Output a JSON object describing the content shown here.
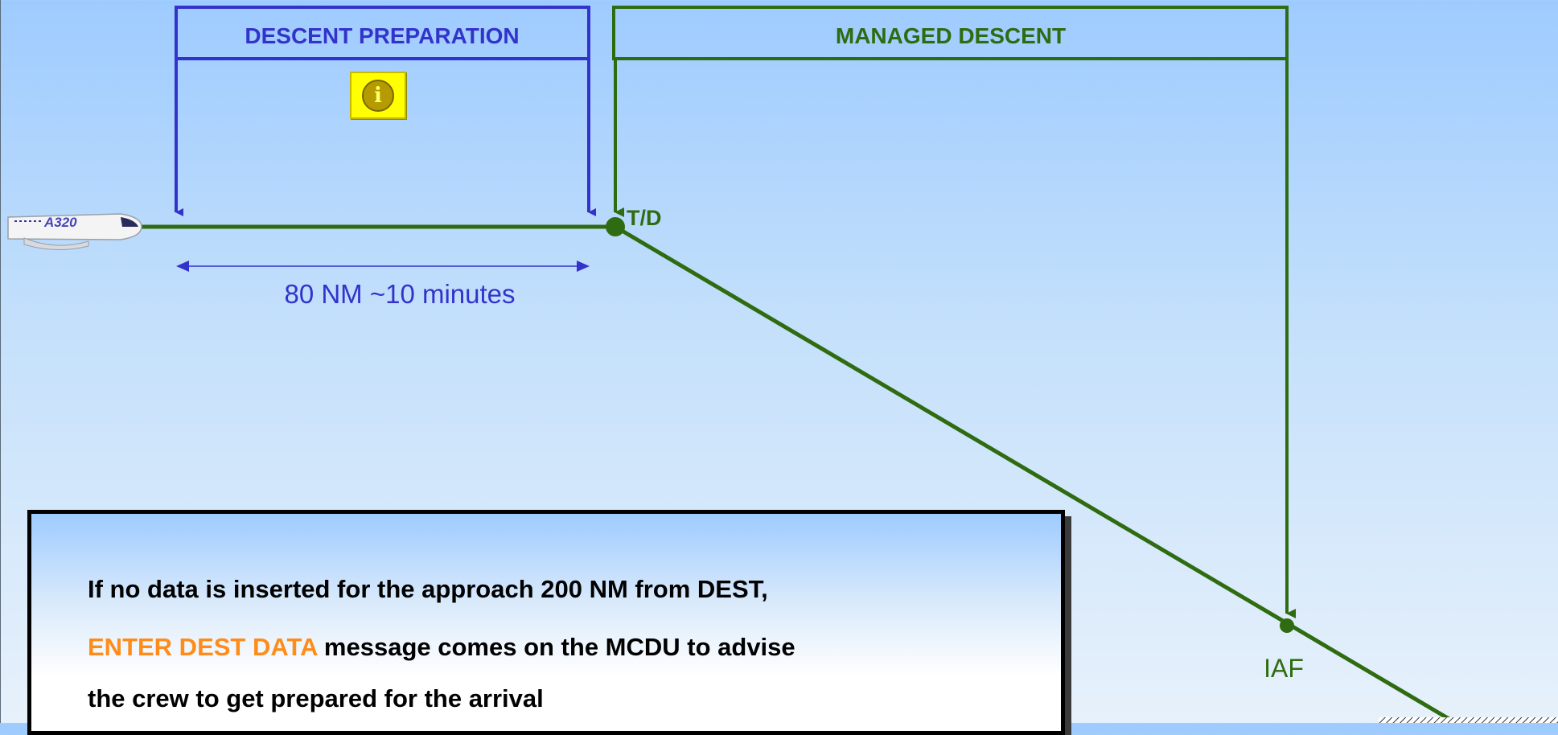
{
  "descent_preparation": {
    "label": "DESCENT PREPARATION"
  },
  "managed_descent": {
    "label": "MANAGED DESCENT"
  },
  "aircraft": {
    "label": "A320"
  },
  "top_of_descent": {
    "label": "T/D"
  },
  "distance": {
    "label": "80 NM ~10 minutes"
  },
  "iaf": {
    "label": "IAF"
  },
  "info_button": {
    "icon": "info-icon",
    "glyph": "i"
  },
  "note": {
    "line1": "If no data is inserted for the approach 200 NM from DEST,",
    "line2_highlight": "ENTER DEST DATA",
    "line2_rest": " message comes on the MCDU to advise",
    "line3": "the crew to get prepared for the arrival"
  },
  "colors": {
    "preparation": "#3333cc",
    "descent": "#2f6b10",
    "highlight": "#ff8c1a"
  }
}
